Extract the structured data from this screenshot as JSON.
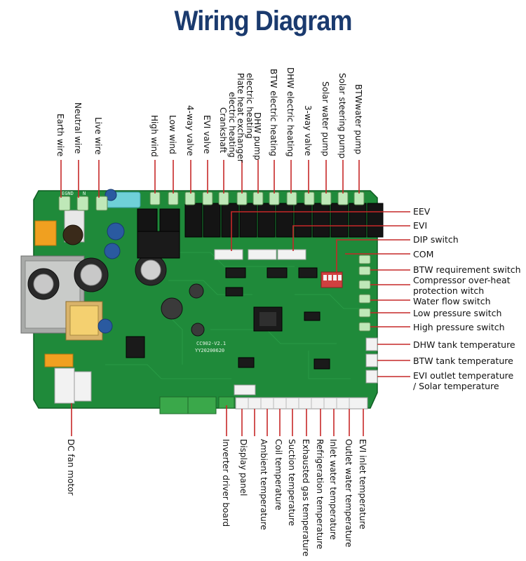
{
  "title": "Wiring Diagram",
  "colors": {
    "title": "#1a3a6e",
    "lead_line": "#c62828",
    "pcb": "#1f8a3a",
    "pcb_dark": "#13662a",
    "relay": "#141414",
    "terminal": "#9fe0a0"
  },
  "board": {
    "silk_model": "CC902-V2.1",
    "silk_date": "YY20200620",
    "silk_egnd": "EGND",
    "silk_n": "N"
  },
  "top_labels": [
    {
      "id": "earth-wire",
      "lines": [
        "Earth wire"
      ]
    },
    {
      "id": "neutral-wire",
      "lines": [
        "Neutral wire"
      ]
    },
    {
      "id": "live-wire",
      "lines": [
        "Live wire"
      ]
    },
    {
      "id": "high-wind",
      "lines": [
        "High wind"
      ]
    },
    {
      "id": "low-wind",
      "lines": [
        "Low wind"
      ]
    },
    {
      "id": "4-way-valve",
      "lines": [
        "4-way valve"
      ]
    },
    {
      "id": "evi-valve",
      "lines": [
        "EVI valve"
      ]
    },
    {
      "id": "crankshaft-electric-heating",
      "lines": [
        "Crankshaft",
        "electric heating"
      ]
    },
    {
      "id": "plate-heat-exchanger-electric-heating",
      "lines": [
        "Plate heat exchanger",
        "electric heating"
      ]
    },
    {
      "id": "dhw-pump",
      "lines": [
        "DHW pump"
      ]
    },
    {
      "id": "btw-electric-heating",
      "lines": [
        "BTW electric heating"
      ]
    },
    {
      "id": "dhw-electric-heating",
      "lines": [
        "DHW electric heating"
      ]
    },
    {
      "id": "3-way-valve",
      "lines": [
        "3-way valve"
      ]
    },
    {
      "id": "solar-water-pump",
      "lines": [
        "Solar water pump"
      ]
    },
    {
      "id": "solar-steering-pump",
      "lines": [
        "Solar steering pump"
      ]
    },
    {
      "id": "btwwater-pump",
      "lines": [
        "BTWwater pump"
      ]
    }
  ],
  "right_labels": [
    {
      "id": "eev",
      "lines": [
        "EEV"
      ]
    },
    {
      "id": "evi",
      "lines": [
        "EVI"
      ]
    },
    {
      "id": "dip-switch",
      "lines": [
        "DIP switch"
      ]
    },
    {
      "id": "com",
      "lines": [
        "COM"
      ]
    },
    {
      "id": "btw-requirement-switch",
      "lines": [
        "BTW requirement switch"
      ]
    },
    {
      "id": "compressor-over-heat-protection-switch",
      "lines": [
        "Compressor over-heat",
        "protection witch"
      ]
    },
    {
      "id": "water-flow-switch",
      "lines": [
        "Water flow switch"
      ]
    },
    {
      "id": "low-pressure-switch",
      "lines": [
        "Low pressure switch"
      ]
    },
    {
      "id": "high-pressure-switch",
      "lines": [
        "High pressure switch"
      ]
    },
    {
      "id": "dhw-tank-temperature",
      "lines": [
        "DHW tank temperature"
      ]
    },
    {
      "id": "btw-tank-temperature",
      "lines": [
        "BTW tank temperature"
      ]
    },
    {
      "id": "evi-outlet-solar-temperature",
      "lines": [
        "EVI outlet temperature",
        "/ Solar temperature"
      ]
    }
  ],
  "bottom_labels": [
    {
      "id": "dc-fan-motor",
      "lines": [
        "DC fan motor"
      ]
    },
    {
      "id": "inverter-driver-board",
      "lines": [
        "Inverter driver board"
      ]
    },
    {
      "id": "display-panel",
      "lines": [
        "Display panel"
      ]
    },
    {
      "id": "ambient-temperature",
      "lines": [
        "Ambient temperature"
      ]
    },
    {
      "id": "coil-temperature",
      "lines": [
        "Coil temperature"
      ]
    },
    {
      "id": "suction-temperature",
      "lines": [
        "Suction temperature"
      ]
    },
    {
      "id": "exhausted-gas-temperature",
      "lines": [
        "Exhausted gas temperature"
      ]
    },
    {
      "id": "refrigeration-temperature",
      "lines": [
        "Refrigeration temperature"
      ]
    },
    {
      "id": "inlet-water-temperature",
      "lines": [
        "Inlet water temperature"
      ]
    },
    {
      "id": "outlet-water-temperature",
      "lines": [
        "Outlet water temperature"
      ]
    },
    {
      "id": "evi-inlet-temperature",
      "lines": [
        "EVI inlet temperature"
      ]
    }
  ]
}
